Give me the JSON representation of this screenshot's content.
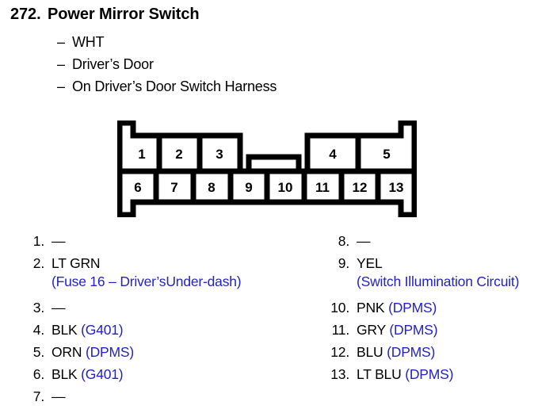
{
  "header": {
    "number": "272.",
    "title": "Power Mirror Switch",
    "sublines": [
      {
        "dash": "–",
        "text": "WHT"
      },
      {
        "dash": "–",
        "text": "Driver’s Door"
      },
      {
        "dash": "–",
        "text": "On Driver’s Door Switch Harness"
      }
    ]
  },
  "connector": {
    "top_row": [
      "1",
      "2",
      "3",
      "4",
      "5"
    ],
    "bottom_row": [
      "6",
      "7",
      "8",
      "9",
      "10",
      "11",
      "12",
      "13"
    ],
    "outline_color": "#000000",
    "fill_color": "#ffffff"
  },
  "colors": {
    "text": "#000000",
    "circuit": "#2222c8"
  },
  "pins_left": [
    {
      "num": "1.",
      "wire": "—",
      "circuit": "",
      "circuit_below": ""
    },
    {
      "num": "2.",
      "wire": "LT GRN",
      "circuit": "",
      "circuit_below": "(Fuse 16 – Driver’sUnder-dash)"
    },
    {
      "num": "3.",
      "wire": "—",
      "circuit": "",
      "circuit_below": ""
    },
    {
      "num": "4.",
      "wire": "BLK",
      "circuit": "(G401)",
      "circuit_below": ""
    },
    {
      "num": "5.",
      "wire": "ORN",
      "circuit": "(DPMS)",
      "circuit_below": ""
    },
    {
      "num": "6.",
      "wire": "BLK",
      "circuit": "(G401)",
      "circuit_below": ""
    },
    {
      "num": "7.",
      "wire": "—",
      "circuit": "",
      "circuit_below": ""
    }
  ],
  "pins_right": [
    {
      "num": "8.",
      "wire": "—",
      "circuit": "",
      "circuit_below": ""
    },
    {
      "num": "9.",
      "wire": "YEL",
      "circuit": "",
      "circuit_below": "(Switch Illumination Circuit)"
    },
    {
      "num": "10.",
      "wire": "PNK",
      "circuit": "(DPMS)",
      "circuit_below": ""
    },
    {
      "num": "11.",
      "wire": "GRY",
      "circuit": "(DPMS)",
      "circuit_below": ""
    },
    {
      "num": "12.",
      "wire": "BLU",
      "circuit": "(DPMS)",
      "circuit_below": ""
    },
    {
      "num": "13.",
      "wire": "LT BLU",
      "circuit": "(DPMS)",
      "circuit_below": ""
    }
  ]
}
